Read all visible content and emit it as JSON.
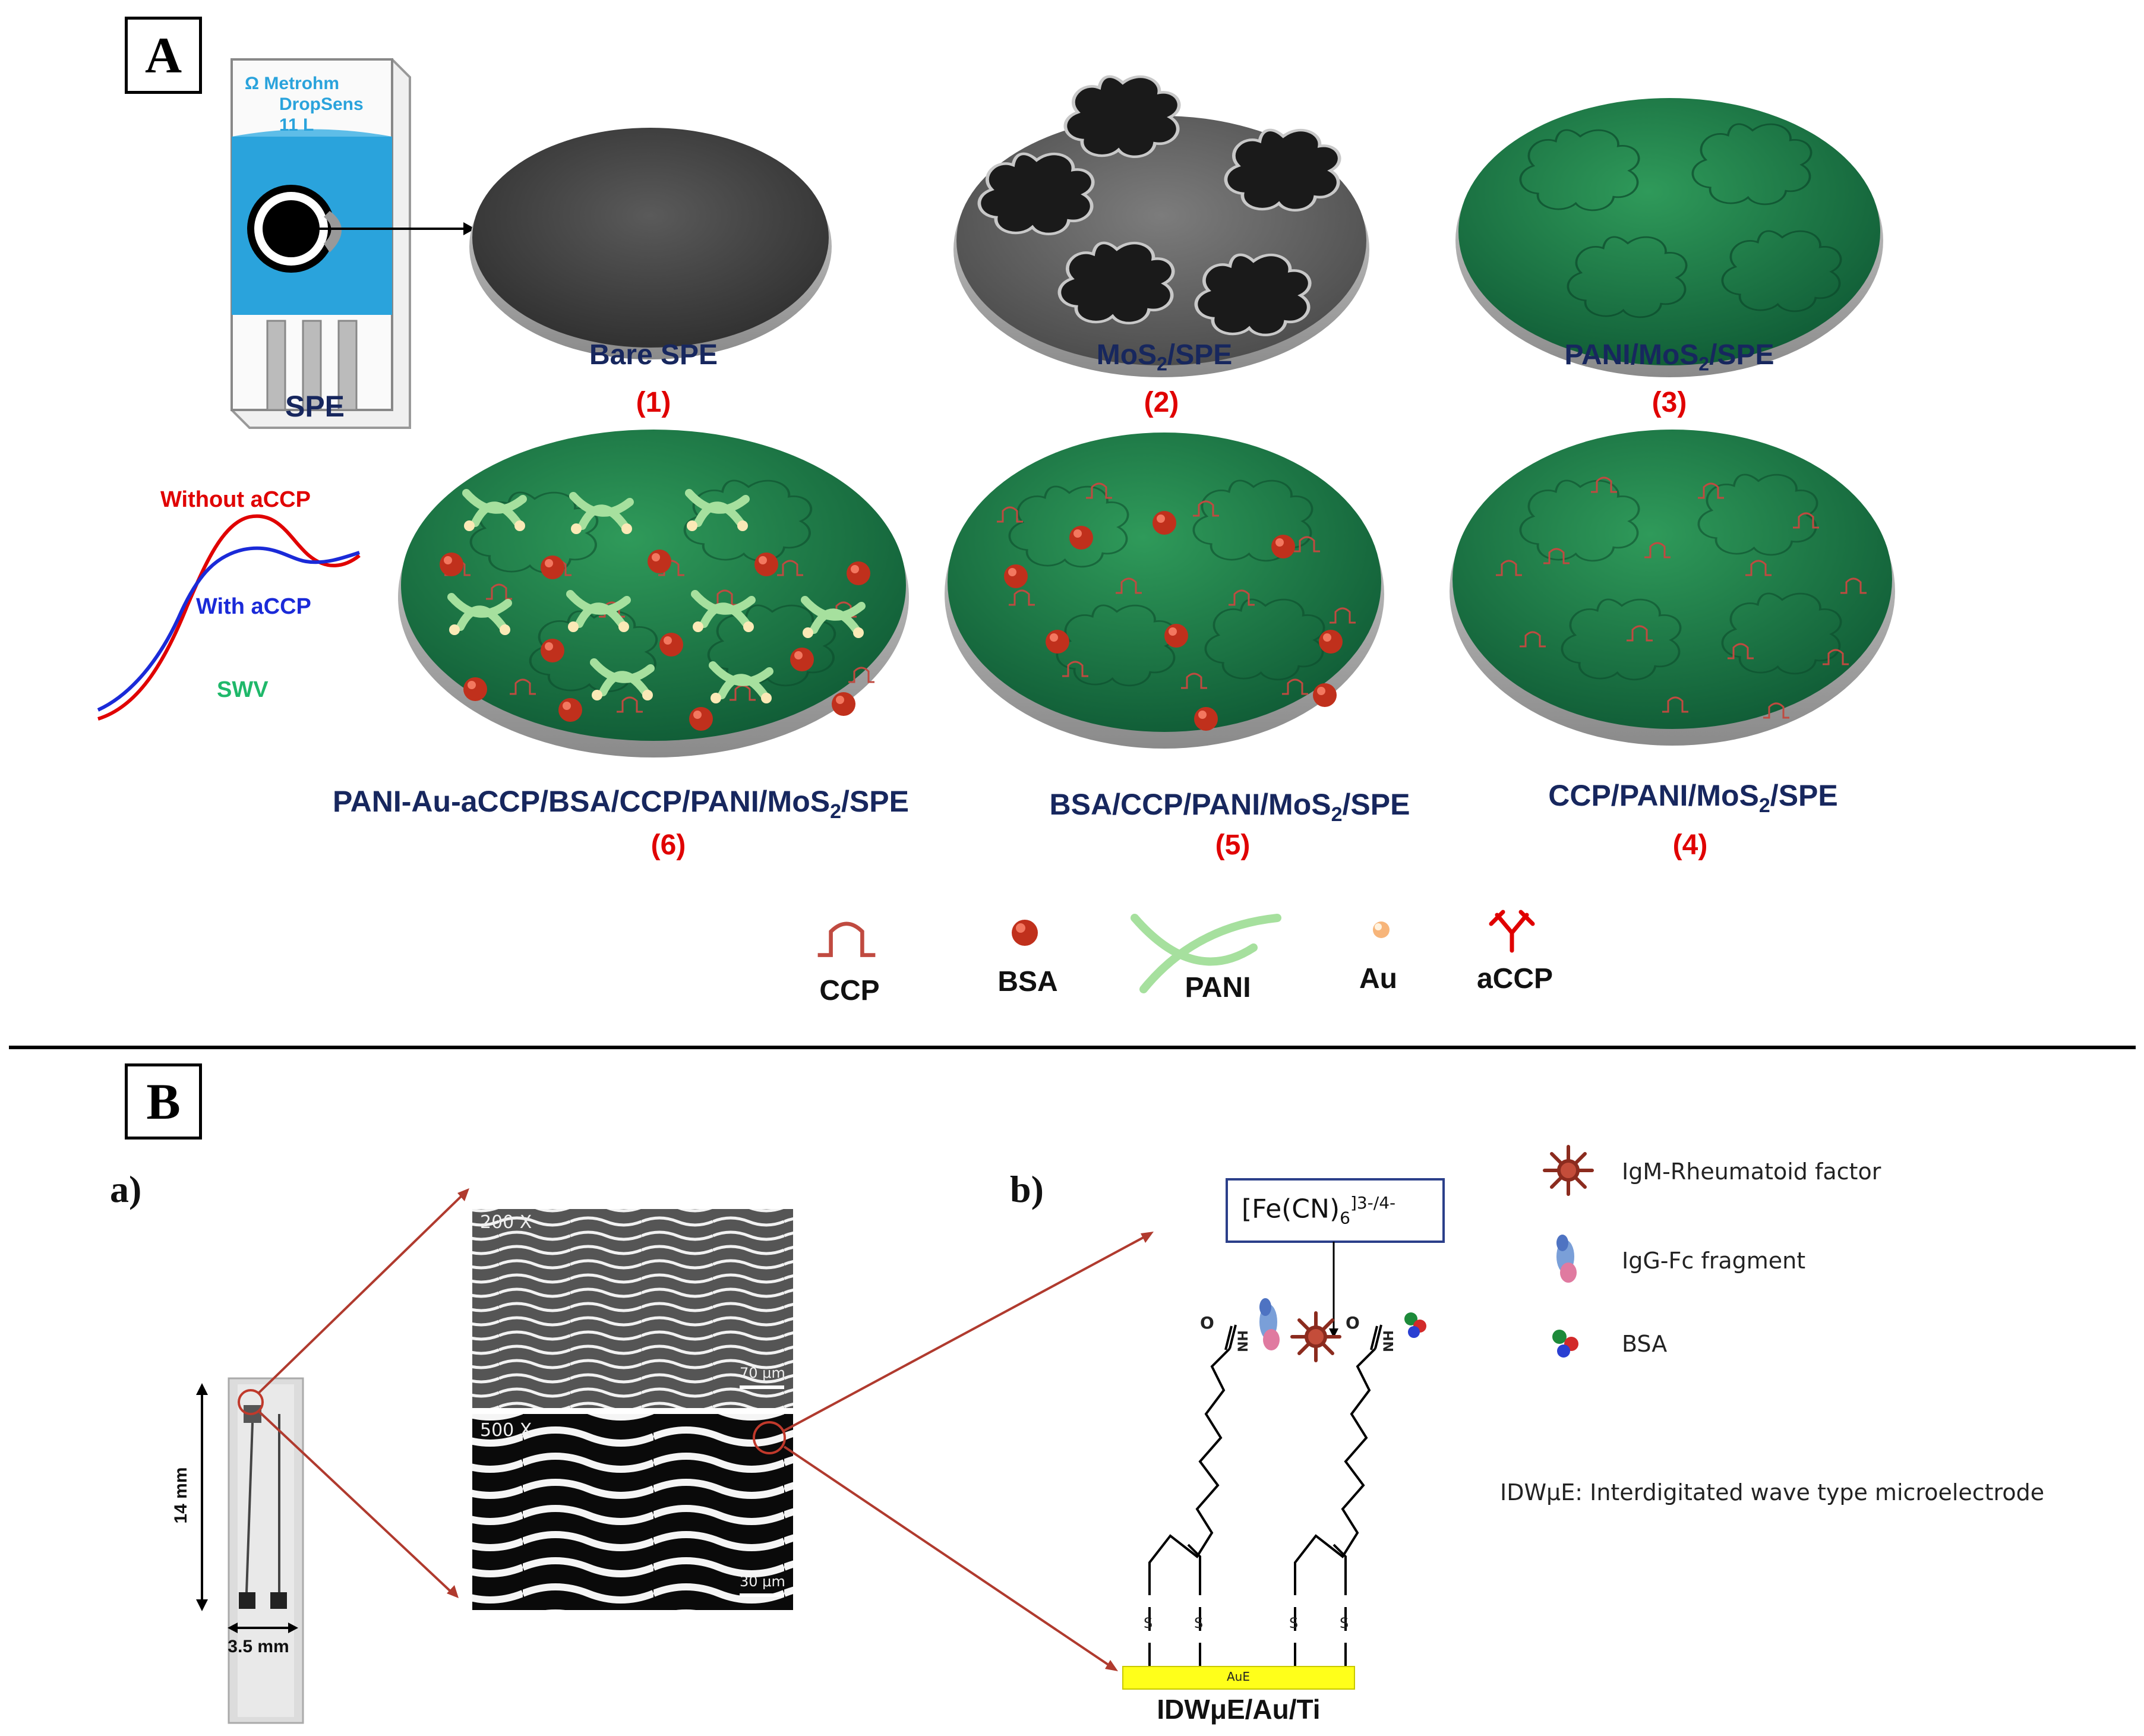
{
  "panel_a": {
    "label": "A",
    "spe_card": {
      "brand_line1": "Ω Metrohm",
      "brand_line2": "DropSens",
      "brand_line3": "11 L",
      "caption": "SPE"
    },
    "steps": [
      {
        "name": "Bare SPE",
        "num": "(1)"
      },
      {
        "name": "MoS",
        "sub": "2",
        "name_rest": "/SPE",
        "num": "(2)"
      },
      {
        "name": "PANI/MoS",
        "sub": "2",
        "name_rest": "/SPE",
        "num": "(3)"
      },
      {
        "name": "CCP/PANI/MoS",
        "sub": "2",
        "name_rest": "/SPE",
        "num": "(4)"
      },
      {
        "name": "BSA/CCP/PANI/MoS",
        "sub": "2",
        "name_rest": "/SPE",
        "num": "(5)"
      },
      {
        "name": "PANI-Au-aCCP/BSA/CCP/PANI/MoS",
        "sub": "2",
        "name_rest": "/SPE",
        "num": "(6)"
      }
    ],
    "swv": {
      "without": "Without aCCP",
      "with": "With aCCP",
      "method": "SWV"
    },
    "legend": [
      {
        "icon": "ccp-icon",
        "label": "CCP"
      },
      {
        "icon": "bsa-icon",
        "label": "BSA"
      },
      {
        "icon": "pani-icon",
        "label": "PANI"
      },
      {
        "icon": "au-icon",
        "label": "Au"
      },
      {
        "icon": "accp-icon",
        "label": "aCCP"
      }
    ],
    "colors": {
      "navy": "#17275e",
      "red": "#e00000",
      "green": "#1f8a4c",
      "blue": "#1e9bd7"
    }
  },
  "panel_b": {
    "label": "B",
    "sub_a": "a)",
    "sub_b": "b)",
    "dim_height": "14 mm",
    "dim_width": "3.5 mm",
    "sem_top_mag": "200 X",
    "sem_top_scale": "70 μm",
    "sem_bottom_mag": "500 X",
    "sem_bottom_scale": "30 μm",
    "redox_probe": "[Fe(CN)",
    "redox_sub": "6",
    "redox_sup": "]3-/4-",
    "nh_label": "NH",
    "o_label": "O",
    "s_label": "S",
    "aue_label": "AuE",
    "electrode_caption": "IDWμE/Au/Ti",
    "legend": [
      {
        "icon": "igm-rf-icon",
        "label": "IgM-Rheumatoid factor"
      },
      {
        "icon": "igg-fc-icon",
        "label": "IgG-Fc fragment"
      },
      {
        "icon": "bsa-protein-icon",
        "label": "BSA"
      }
    ],
    "abbrev": "IDWμE: Interdigitated wave type microelectrode"
  }
}
